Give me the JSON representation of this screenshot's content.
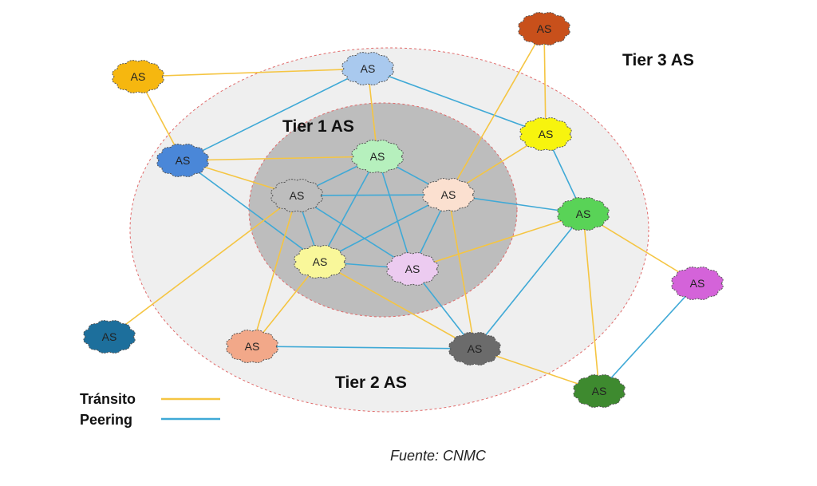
{
  "labels": {
    "tier3": "Tier 3 AS",
    "tier1": "Tier 1 AS",
    "tier2": "Tier 2 AS",
    "caption": "Fuente: CNMC"
  },
  "legend": [
    {
      "name": "legend-transit",
      "label": "Tránsito",
      "color": "#f5c542"
    },
    {
      "name": "legend-peering",
      "label": "Peering",
      "color": "#3fa9d6"
    }
  ],
  "colors": {
    "transit": "#f5c542",
    "peering": "#3fa9d6",
    "outer_ring_fill": "#efefef",
    "inner_ring_fill": "#bdbdbd",
    "ring_border": "#e06a6a"
  },
  "nodes": [
    {
      "id": "t3-orange-top",
      "tier": 3,
      "label": "AS",
      "fill": "#c8501b"
    },
    {
      "id": "t3-yellow-top",
      "tier": 3,
      "label": "AS",
      "fill": "#f7f40e"
    },
    {
      "id": "t3-magenta",
      "tier": 3,
      "label": "AS",
      "fill": "#d463d9"
    },
    {
      "id": "t3-darkgreen",
      "tier": 3,
      "label": "AS",
      "fill": "#3e8a2f"
    },
    {
      "id": "t3-navy",
      "tier": 3,
      "label": "AS",
      "fill": "#1d6f9c"
    },
    {
      "id": "t3-amber-left",
      "tier": 3,
      "label": "AS",
      "fill": "#f6b70f"
    },
    {
      "id": "t2-lightblue",
      "tier": 2,
      "label": "AS",
      "fill": "#a9c9ee"
    },
    {
      "id": "t2-blue",
      "tier": 2,
      "label": "AS",
      "fill": "#4a87d8"
    },
    {
      "id": "t2-green",
      "tier": 2,
      "label": "AS",
      "fill": "#59d357"
    },
    {
      "id": "t2-gray",
      "tier": 2,
      "label": "AS",
      "fill": "#6b6b6b"
    },
    {
      "id": "t2-salmon",
      "tier": 2,
      "label": "AS",
      "fill": "#f2a889"
    },
    {
      "id": "t1-mint",
      "tier": 1,
      "label": "AS",
      "fill": "#b6f0bd"
    },
    {
      "id": "t1-gray",
      "tier": 1,
      "label": "AS",
      "fill": "#bdbdbd"
    },
    {
      "id": "t1-peach",
      "tier": 1,
      "label": "AS",
      "fill": "#fbe0d0"
    },
    {
      "id": "t1-yellow",
      "tier": 1,
      "label": "AS",
      "fill": "#f9f79a"
    },
    {
      "id": "t1-pink",
      "tier": 1,
      "label": "AS",
      "fill": "#eccbf0"
    }
  ],
  "links": [
    {
      "from": "t1-gray",
      "to": "t1-mint",
      "type": "peering"
    },
    {
      "from": "t1-gray",
      "to": "t1-peach",
      "type": "peering"
    },
    {
      "from": "t1-gray",
      "to": "t1-yellow",
      "type": "peering"
    },
    {
      "from": "t1-gray",
      "to": "t1-pink",
      "type": "peering"
    },
    {
      "from": "t1-mint",
      "to": "t1-peach",
      "type": "peering"
    },
    {
      "from": "t1-mint",
      "to": "t1-yellow",
      "type": "peering"
    },
    {
      "from": "t1-mint",
      "to": "t1-pink",
      "type": "peering"
    },
    {
      "from": "t1-peach",
      "to": "t1-yellow",
      "type": "peering"
    },
    {
      "from": "t1-peach",
      "to": "t1-pink",
      "type": "peering"
    },
    {
      "from": "t1-yellow",
      "to": "t1-pink",
      "type": "peering"
    },
    {
      "from": "t3-amber-left",
      "to": "t2-lightblue",
      "type": "transit"
    },
    {
      "from": "t3-amber-left",
      "to": "t2-blue",
      "type": "transit"
    },
    {
      "from": "t2-lightblue",
      "to": "t2-blue",
      "type": "peering"
    },
    {
      "from": "t2-lightblue",
      "to": "t1-mint",
      "type": "transit"
    },
    {
      "from": "t2-lightblue",
      "to": "t3-yellow-top",
      "type": "peering"
    },
    {
      "from": "t3-orange-top",
      "to": "t3-yellow-top",
      "type": "transit"
    },
    {
      "from": "t3-orange-top",
      "to": "t1-peach",
      "type": "transit"
    },
    {
      "from": "t3-yellow-top",
      "to": "t1-peach",
      "type": "transit"
    },
    {
      "from": "t3-yellow-top",
      "to": "t2-green",
      "type": "peering"
    },
    {
      "from": "t2-blue",
      "to": "t1-mint",
      "type": "transit"
    },
    {
      "from": "t2-blue",
      "to": "t1-gray",
      "type": "transit"
    },
    {
      "from": "t2-blue",
      "to": "t1-yellow",
      "type": "peering"
    },
    {
      "from": "t1-peach",
      "to": "t2-green",
      "type": "peering"
    },
    {
      "from": "t1-pink",
      "to": "t2-green",
      "type": "transit"
    },
    {
      "from": "t2-green",
      "to": "t3-magenta",
      "type": "transit"
    },
    {
      "from": "t2-green",
      "to": "t3-darkgreen",
      "type": "transit"
    },
    {
      "from": "t2-green",
      "to": "t2-gray",
      "type": "peering"
    },
    {
      "from": "t3-magenta",
      "to": "t3-darkgreen",
      "type": "peering"
    },
    {
      "from": "t2-gray",
      "to": "t3-darkgreen",
      "type": "transit"
    },
    {
      "from": "t1-yellow",
      "to": "t2-gray",
      "type": "transit"
    },
    {
      "from": "t1-pink",
      "to": "t2-gray",
      "type": "peering"
    },
    {
      "from": "t1-peach",
      "to": "t2-gray",
      "type": "transit"
    },
    {
      "from": "t2-salmon",
      "to": "t2-gray",
      "type": "peering"
    },
    {
      "from": "t2-salmon",
      "to": "t1-gray",
      "type": "transit"
    },
    {
      "from": "t2-salmon",
      "to": "t1-yellow",
      "type": "transit"
    },
    {
      "from": "t3-navy",
      "to": "t1-gray",
      "type": "transit"
    }
  ]
}
